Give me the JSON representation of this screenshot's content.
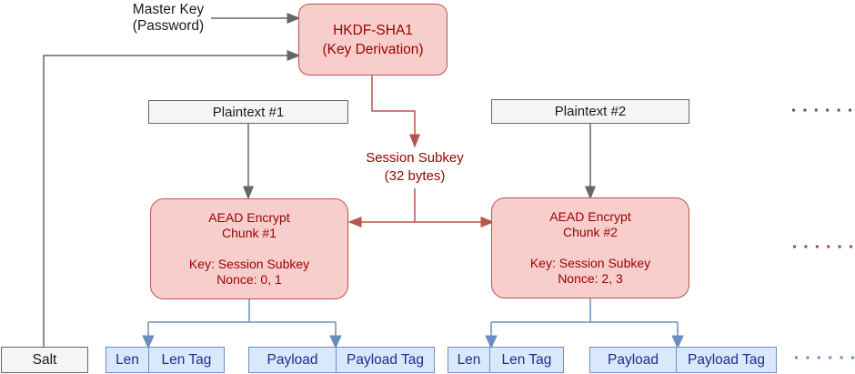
{
  "nodes": {
    "master_key": {
      "lines": [
        "Master Key",
        "(Password)"
      ]
    },
    "hkdf": {
      "lines": [
        "HKDF-SHA1",
        "(Key Derivation)"
      ]
    },
    "plaintext_1": {
      "label": "Plaintext #1"
    },
    "plaintext_2": {
      "label": "Plaintext #2"
    },
    "session_subkey": {
      "lines": [
        "Session Subkey",
        "(32 bytes)"
      ]
    },
    "aead_1": {
      "title_lines": [
        "AEAD Encrypt",
        "Chunk #1"
      ],
      "detail_lines": [
        "Key: Session Subkey",
        "Nonce: 0, 1"
      ]
    },
    "aead_2": {
      "title_lines": [
        "AEAD Encrypt",
        "Chunk #2"
      ],
      "detail_lines": [
        "Key: Session Subkey",
        "Nonce: 2, 3"
      ]
    },
    "salt": {
      "label": "Salt"
    },
    "output_1": {
      "len": "Len",
      "len_tag": "Len Tag",
      "payload": "Payload",
      "payload_tag": "Payload Tag"
    },
    "output_2": {
      "len": "Len",
      "len_tag": "Len Tag",
      "payload": "Payload",
      "payload_tag": "Payload Tag"
    }
  },
  "colors": {
    "pink_fill": "#f8cecc",
    "red_stroke": "#b85450",
    "red_text": "#990000",
    "gray_fill": "#f5f5f5",
    "gray_stroke": "#666666",
    "blue_fill": "#dae8fc",
    "blue_stroke": "#6c8ebf",
    "blue_text": "#1b2e8f",
    "dot_gray": "#595959",
    "dot_red": "#a94442",
    "dot_blue": "#6c8ebf"
  }
}
